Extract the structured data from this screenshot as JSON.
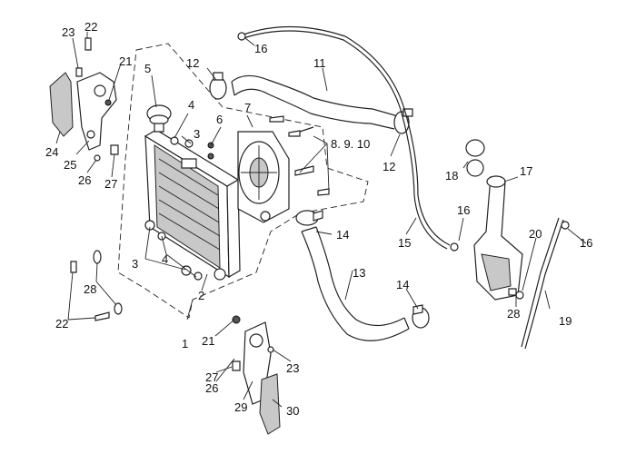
{
  "diagram": {
    "callouts": [
      {
        "id": "c1",
        "text": "1"
      },
      {
        "id": "c2",
        "text": "2"
      },
      {
        "id": "c3a",
        "text": "3"
      },
      {
        "id": "c3b",
        "text": "3"
      },
      {
        "id": "c4a",
        "text": "4"
      },
      {
        "id": "c4b",
        "text": "4"
      },
      {
        "id": "c5",
        "text": "5"
      },
      {
        "id": "c6",
        "text": "6"
      },
      {
        "id": "c7",
        "text": "7"
      },
      {
        "id": "c8910",
        "text": "8. 9. 10"
      },
      {
        "id": "c11",
        "text": "11"
      },
      {
        "id": "c12a",
        "text": "12"
      },
      {
        "id": "c12b",
        "text": "12"
      },
      {
        "id": "c13",
        "text": "13"
      },
      {
        "id": "c14a",
        "text": "14"
      },
      {
        "id": "c14b",
        "text": "14"
      },
      {
        "id": "c15",
        "text": "15"
      },
      {
        "id": "c16a",
        "text": "16"
      },
      {
        "id": "c16b",
        "text": "16"
      },
      {
        "id": "c16c",
        "text": "16"
      },
      {
        "id": "c17",
        "text": "17"
      },
      {
        "id": "c18",
        "text": "18"
      },
      {
        "id": "c19",
        "text": "19"
      },
      {
        "id": "c20",
        "text": "20"
      },
      {
        "id": "c21a",
        "text": "21"
      },
      {
        "id": "c21b",
        "text": "21"
      },
      {
        "id": "c22a",
        "text": "22"
      },
      {
        "id": "c22b",
        "text": "22"
      },
      {
        "id": "c23a",
        "text": "23"
      },
      {
        "id": "c23b",
        "text": "23"
      },
      {
        "id": "c24",
        "text": "24"
      },
      {
        "id": "c25",
        "text": "25"
      },
      {
        "id": "c26a",
        "text": "26"
      },
      {
        "id": "c26b",
        "text": "26"
      },
      {
        "id": "c27a",
        "text": "27"
      },
      {
        "id": "c27b",
        "text": "27"
      },
      {
        "id": "c28a",
        "text": "28"
      },
      {
        "id": "c28b",
        "text": "28"
      },
      {
        "id": "c29",
        "text": "29"
      },
      {
        "id": "c30",
        "text": "30"
      }
    ]
  }
}
